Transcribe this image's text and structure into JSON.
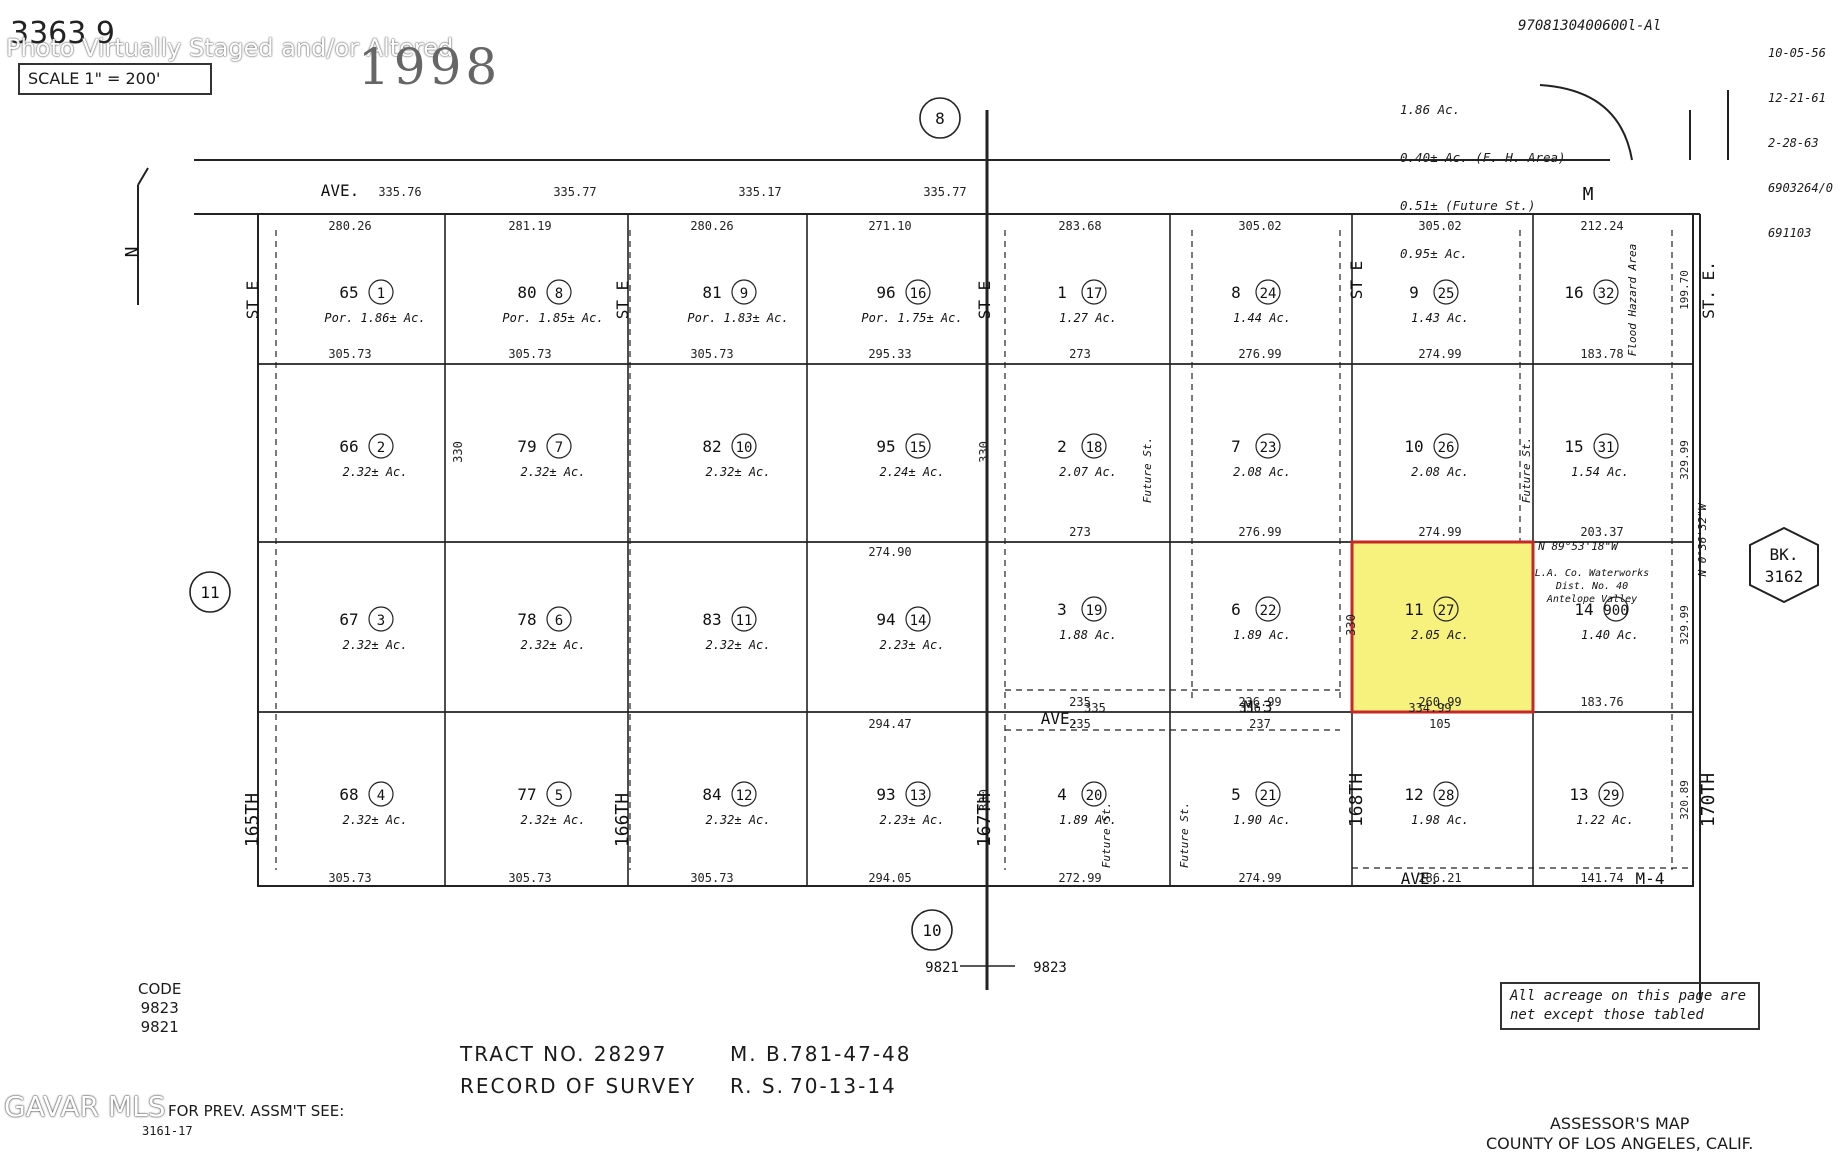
{
  "header": {
    "page_number": "3363 9",
    "photo_note": "Photo Virtually Staged and/or Altered",
    "scale": "SCALE 1\" = 200'",
    "year": "1998",
    "top_ref": "9708130400600l-Al",
    "revision_dates": [
      "10-05-56",
      "12-21-61",
      "2-28-63",
      "6903264/0",
      "691103"
    ],
    "flood_area_notes": [
      "1.86 Ac.",
      "0.40± Ac. (F. H. Area)",
      "0.51± (Future St.)",
      "0.95± Ac."
    ],
    "flood_hazard_label": "Flood Hazard Area",
    "waterworks_note": [
      "L.A. Co. Waterworks",
      "Dist. No. 40",
      "Antelope Valley"
    ]
  },
  "map_labels": {
    "north_arrow": "N",
    "circle_top": "8",
    "circle_left": "11",
    "circle_bottom": "10",
    "book_ref": [
      "BK.",
      "3162"
    ],
    "street_m_label": "M",
    "street_ave_top": "AVE.",
    "street_ave_m3": "AVE.",
    "street_m3": "M-3",
    "street_ave_m4": "AVE.",
    "street_m4": "M-4",
    "st_e_labels": [
      "ST E",
      "ST E",
      "ST E",
      "ST E",
      "ST. E."
    ],
    "avenue_names": [
      "165TH",
      "166TH",
      "167TH",
      "168TH",
      "170TH"
    ],
    "future_st": "Future St.",
    "bearing_1": "N 89°53'18\"W",
    "bearing_2": "N 0°36'32\"W",
    "code_split_left": "9821",
    "code_split_right": "9823"
  },
  "parcels": [
    {
      "lot": "65",
      "pn": "1",
      "area": "Por. 1.86± Ac."
    },
    {
      "lot": "80",
      "pn": "8",
      "area": "Por. 1.85± Ac."
    },
    {
      "lot": "81",
      "pn": "9",
      "area": "Por. 1.83± Ac."
    },
    {
      "lot": "96",
      "pn": "16",
      "area": "Por. 1.75± Ac."
    },
    {
      "lot": "66",
      "pn": "2",
      "area": "2.32± Ac."
    },
    {
      "lot": "79",
      "pn": "7",
      "area": "2.32± Ac."
    },
    {
      "lot": "82",
      "pn": "10",
      "area": "2.32± Ac."
    },
    {
      "lot": "95",
      "pn": "15",
      "area": "2.24± Ac."
    },
    {
      "lot": "67",
      "pn": "3",
      "area": "2.32± Ac."
    },
    {
      "lot": "78",
      "pn": "6",
      "area": "2.32± Ac."
    },
    {
      "lot": "83",
      "pn": "11",
      "area": "2.32± Ac."
    },
    {
      "lot": "94",
      "pn": "14",
      "area": "2.23± Ac."
    },
    {
      "lot": "68",
      "pn": "4",
      "area": "2.32± Ac."
    },
    {
      "lot": "77",
      "pn": "5",
      "area": "2.32± Ac."
    },
    {
      "lot": "84",
      "pn": "12",
      "area": "2.32± Ac."
    },
    {
      "lot": "93",
      "pn": "13",
      "area": "2.23± Ac."
    },
    {
      "lot": "1",
      "pn": "17",
      "area": "1.27 Ac."
    },
    {
      "lot": "8",
      "pn": "24",
      "area": "1.44 Ac."
    },
    {
      "lot": "9",
      "pn": "25",
      "area": "1.43 Ac."
    },
    {
      "lot": "16",
      "pn": "32",
      "area": ""
    },
    {
      "lot": "2",
      "pn": "18",
      "area": "2.07 Ac."
    },
    {
      "lot": "7",
      "pn": "23",
      "area": "2.08 Ac."
    },
    {
      "lot": "10",
      "pn": "26",
      "area": "2.08 Ac."
    },
    {
      "lot": "15",
      "pn": "31",
      "area": "1.54 Ac."
    },
    {
      "lot": "3",
      "pn": "19",
      "area": "1.88 Ac."
    },
    {
      "lot": "6",
      "pn": "22",
      "area": "1.89 Ac."
    },
    {
      "lot": "11",
      "pn": "27",
      "area": "2.05 Ac."
    },
    {
      "lot": "14",
      "pn": "900",
      "area": "1.40 Ac."
    },
    {
      "lot": "4",
      "pn": "20",
      "area": "1.89 Ac."
    },
    {
      "lot": "5",
      "pn": "21",
      "area": "1.90 Ac."
    },
    {
      "lot": "12",
      "pn": "28",
      "area": "1.98 Ac."
    },
    {
      "lot": "13",
      "pn": "29",
      "area": "1.22 Ac."
    }
  ],
  "highlighted_parcel": {
    "lot": "11",
    "pn": "27",
    "area": "2.05 Ac.",
    "color": "#f7f27e"
  },
  "dimensions": {
    "top_frontage": [
      "335.76",
      "335.77",
      "335.17",
      "335.77"
    ],
    "row1_top": [
      "280.26",
      "281.19",
      "280.26",
      "271.10",
      "283.68",
      "305.02",
      "305.02",
      "212.24"
    ],
    "row1_bottom": [
      "305.73",
      "305.73",
      "305.73",
      "295.33",
      "273",
      "276.99",
      "274.99",
      "183.78"
    ],
    "row2_bottom": [
      "273",
      "276.99",
      "274.99",
      "203.37"
    ],
    "row3_top": [
      "274.90"
    ],
    "row3_bottom": [
      "235",
      "236.99",
      "260.99",
      "183.76"
    ],
    "row4_top": [
      "294.47",
      "235",
      "237",
      "105"
    ],
    "row4_bottom": [
      "305.73",
      "305.73",
      "305.73",
      "294.05",
      "272.99",
      "274.99",
      "286.21",
      "141.74"
    ],
    "bottom_ave": [
      "335",
      "336",
      "334.99"
    ],
    "depth": "330",
    "east_depths": [
      "199.70",
      "329.99",
      "329.99",
      "320.89"
    ]
  },
  "footer": {
    "code_label": "CODE",
    "codes": [
      "9823",
      "9821"
    ],
    "tract_no_label": "TRACT NO. 28297",
    "mb_label": "M. B.",
    "mb_value": "781-47-48",
    "survey_label": "RECORD OF SURVEY",
    "rs_label": "R. S.",
    "rs_value": "70-13-14",
    "net_note": "All acreage on this page are net except those tabled",
    "watermark": "GAVAR MLS",
    "prev_assmt": "FOR PREV. ASSM'T SEE:",
    "prev_ref": "3161-17",
    "assessor_title": "ASSESSOR'S MAP",
    "assessor_county": "COUNTY OF LOS ANGELES, CALIF."
  }
}
